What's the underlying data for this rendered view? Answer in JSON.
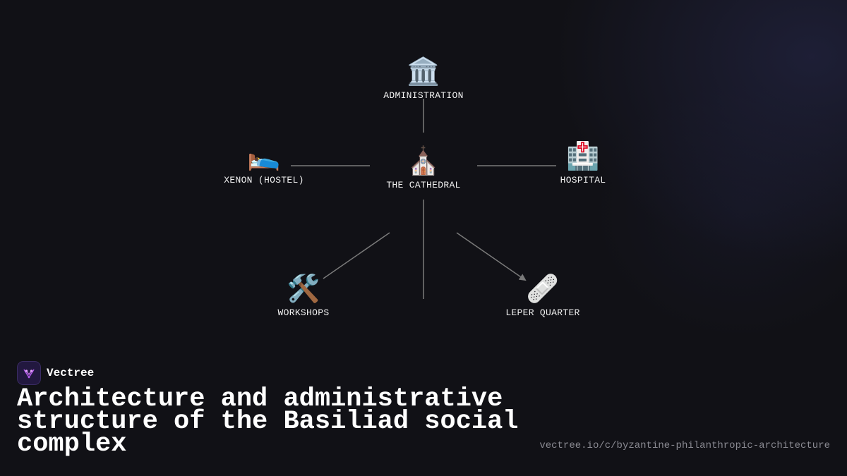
{
  "diagram": {
    "nodes": [
      {
        "id": "admin",
        "label": "ADMINISTRATION",
        "icon": "🏛️",
        "icon_name": "classical-building-icon"
      },
      {
        "id": "cathedral",
        "label": "THE CATHEDRAL",
        "icon": "⛪",
        "icon_name": "church-icon"
      },
      {
        "id": "xenon",
        "label": "XENON (HOSTEL)",
        "icon": "🛌",
        "icon_name": "person-in-bed-icon"
      },
      {
        "id": "hospital",
        "label": "HOSPITAL",
        "icon": "🏥",
        "icon_name": "hospital-icon"
      },
      {
        "id": "workshops",
        "label": "WORKSHOPS",
        "icon": "🛠️",
        "icon_name": "hammer-and-wrench-icon"
      },
      {
        "id": "leper",
        "label": "LEPER QUARTER",
        "icon": "🩹",
        "icon_name": "adhesive-bandage-icon"
      }
    ],
    "edges": [
      {
        "from": "admin",
        "to": "cathedral",
        "arrow": false
      },
      {
        "from": "cathedral",
        "to": "xenon",
        "arrow": false
      },
      {
        "from": "cathedral",
        "to": "hospital",
        "arrow": false
      },
      {
        "from": "cathedral",
        "to": "workshops",
        "arrow": false
      },
      {
        "from": "cathedral",
        "to": "bottom",
        "arrow": false
      },
      {
        "from": "cathedral",
        "to": "leper",
        "arrow": true
      }
    ],
    "line_color": "#7a7a7a"
  },
  "brand": {
    "name": "Vectree",
    "logo_color": "#22183f",
    "accent": "#b057e8"
  },
  "title": "Architecture and administrative structure of the Basiliad social complex",
  "source_url": "vectree.io/c/byzantine-philanthropic-architecture",
  "colors": {
    "background": "#111116",
    "text": "#ffffff",
    "muted": "#8a8a92"
  }
}
